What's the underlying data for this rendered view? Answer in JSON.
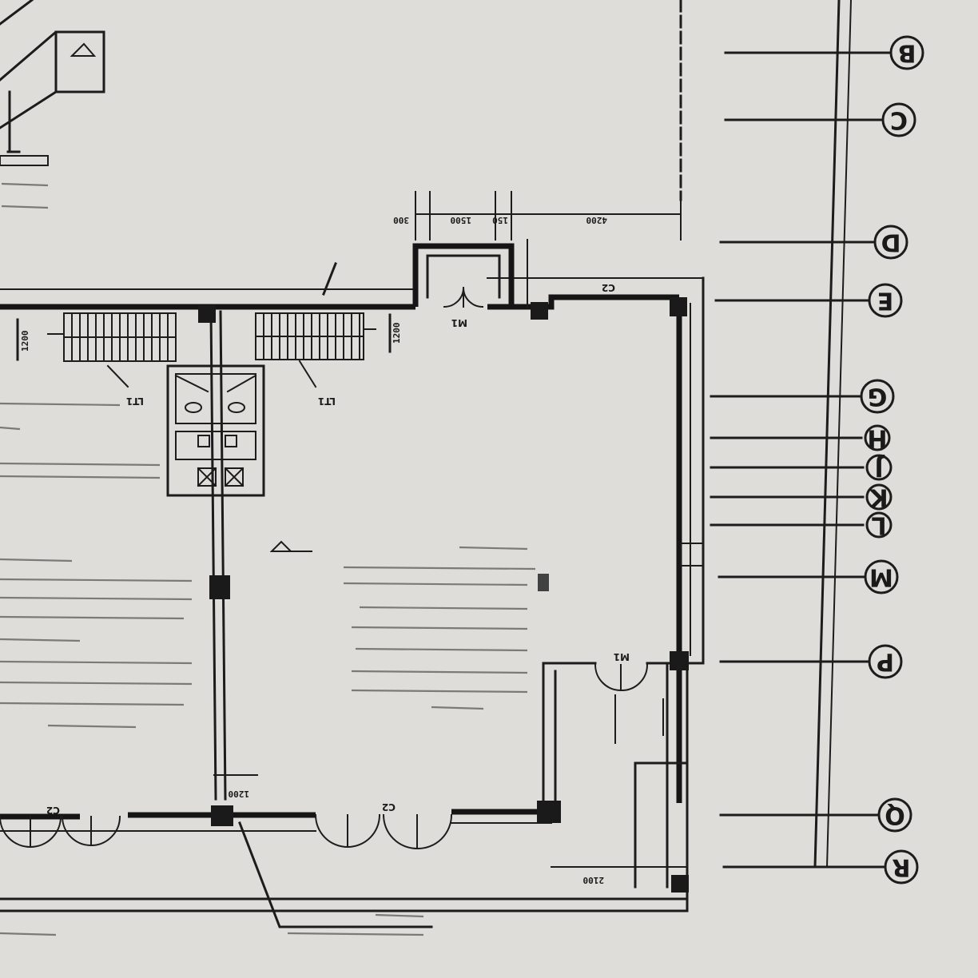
{
  "grid_axes": [
    {
      "label": "B"
    },
    {
      "label": "C"
    },
    {
      "label": "D"
    },
    {
      "label": "E"
    },
    {
      "label": "G"
    },
    {
      "label": "H"
    },
    {
      "label": "J"
    },
    {
      "label": "K"
    },
    {
      "label": "L"
    },
    {
      "label": "M"
    },
    {
      "label": "P"
    },
    {
      "label": "Q"
    },
    {
      "label": "R"
    }
  ],
  "dimensions": {
    "top_chain": [
      "300",
      "1500",
      "150",
      "4200"
    ],
    "stair_width_left": "1200",
    "stair_width_right": "1200",
    "bottom_col": "1200",
    "right_lower": "2100"
  },
  "tags": {
    "door_top": "M1",
    "door_right": "M1",
    "window_top_right": "C2",
    "window_bottom": "C2",
    "window_bottom_left": "C2",
    "stair_left": "LT1",
    "stair_right": "LT1"
  }
}
